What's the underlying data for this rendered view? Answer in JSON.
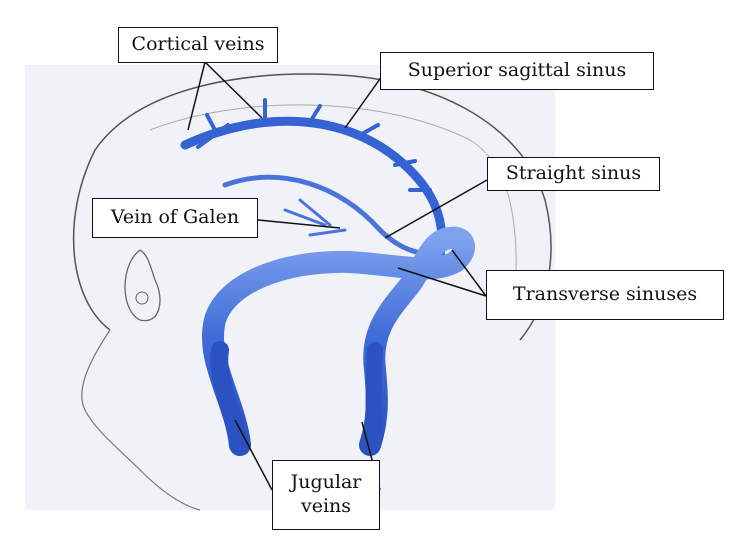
{
  "labels": {
    "cortical_veins": "Cortical veins",
    "superior_sagittal_sinus": "Superior sagittal sinus",
    "straight_sinus": "Straight sinus",
    "vein_of_galen": "Vein of Galen",
    "transverse_sinuses": "Transverse sinuses",
    "jugular_veins_line1": "Jugular",
    "jugular_veins_line2": "veins"
  },
  "colors": {
    "vein": "#2f5fd0",
    "vein_light": "#6f96ea",
    "background": "#f1f2f8",
    "outline": "#555555"
  }
}
